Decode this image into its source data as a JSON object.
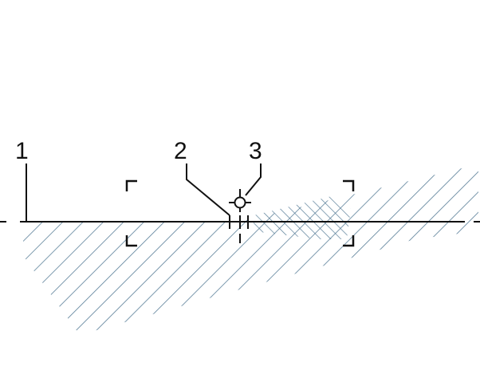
{
  "labels": {
    "one": "1",
    "two": "2",
    "three": "3"
  },
  "colors": {
    "hatch": "#5a7f99",
    "line": "#111111"
  }
}
